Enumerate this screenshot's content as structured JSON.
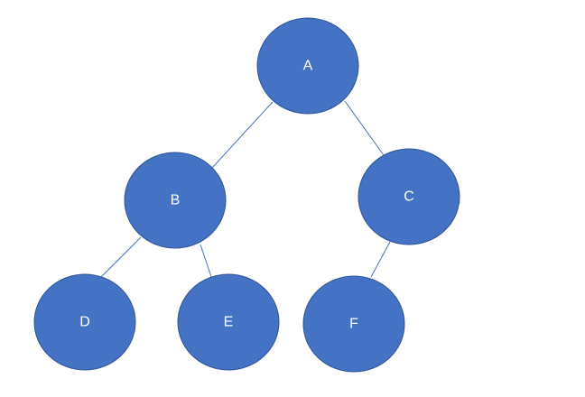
{
  "colors": {
    "node_fill": "#4472c4",
    "node_stroke": "#2f5597",
    "edge": "#4a72b8",
    "label": "#ffffff",
    "background": "#ffffff"
  },
  "nodes": [
    {
      "id": "A",
      "label": "A"
    },
    {
      "id": "B",
      "label": "B"
    },
    {
      "id": "C",
      "label": "C"
    },
    {
      "id": "D",
      "label": "D"
    },
    {
      "id": "E",
      "label": "E"
    },
    {
      "id": "F",
      "label": "F"
    }
  ],
  "edges": [
    {
      "from": "A",
      "to": "B"
    },
    {
      "from": "A",
      "to": "C"
    },
    {
      "from": "B",
      "to": "D"
    },
    {
      "from": "B",
      "to": "E"
    },
    {
      "from": "C",
      "to": "F"
    }
  ]
}
